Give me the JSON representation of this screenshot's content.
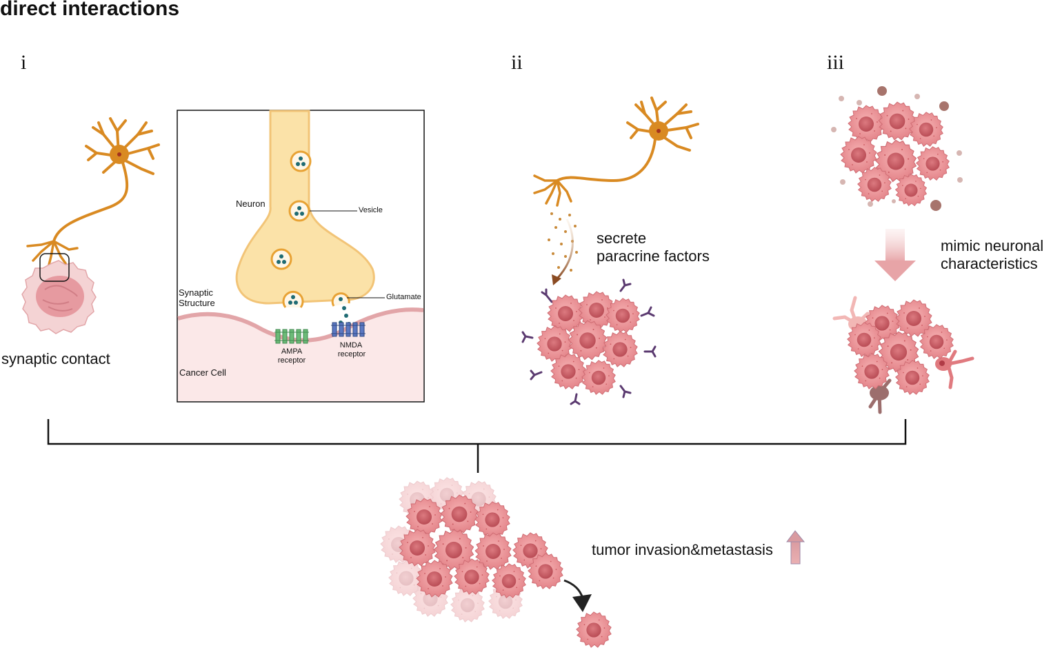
{
  "title": "direct interactions",
  "panels": {
    "i": {
      "numeral": "i",
      "caption": "synaptic contact",
      "inset": {
        "neuron": "Neuron",
        "vesicle": "Vesicle",
        "synaptic_structure": [
          "Synaptic",
          "Structure"
        ],
        "glutamate": "Glutamate",
        "ampa": [
          "AMPA",
          "receptor"
        ],
        "nmda": [
          "NMDA",
          "receptor"
        ],
        "cancer_cell": "Cancer Cell"
      }
    },
    "ii": {
      "numeral": "ii",
      "caption": [
        "secrete",
        "paracrine factors"
      ]
    },
    "iii": {
      "numeral": "iii",
      "caption": [
        "mimic neuronal",
        "characteristics"
      ]
    }
  },
  "outcome": {
    "text": "tumor invasion&metastasis"
  },
  "colors": {
    "neuron": "#d98a22",
    "axon_terminal": "#fbe2a8",
    "cancer_cell": "#e88a8e",
    "cancer_nucleus": "#c9575e",
    "vesicle_dot": "#1f6b73",
    "ampa": "#5cab6a",
    "nmda": "#4a65a8",
    "up_arrow": "#e3a2a5"
  }
}
